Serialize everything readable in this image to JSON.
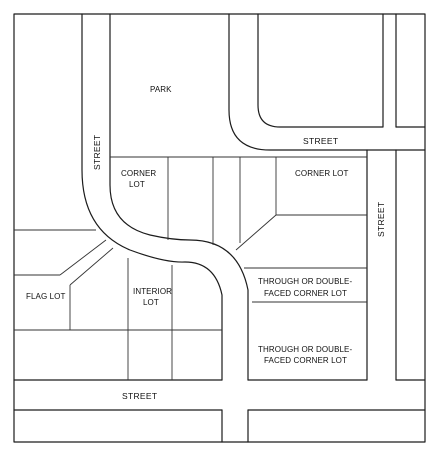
{
  "labels": {
    "park": "PARK",
    "street_top": "STREET",
    "street_left": "STREET",
    "street_right": "STREET",
    "street_bottom": "STREET",
    "corner_lot_left_line1": "CORNER",
    "corner_lot_left_line2": "LOT",
    "corner_lot_right": "CORNER LOT",
    "flag_lot": "FLAG LOT",
    "interior_lot_line1": "INTERIOR",
    "interior_lot_line2": "LOT",
    "through_lot_upper_line1": "THROUGH OR DOUBLE-",
    "through_lot_upper_line2": "FACED CORNER LOT",
    "through_lot_lower_line1": "THROUGH OR DOUBLE-",
    "through_lot_lower_line2": "FACED CORNER LOT"
  },
  "colors": {
    "line": "#1c1c1c",
    "background": "#ffffff"
  }
}
